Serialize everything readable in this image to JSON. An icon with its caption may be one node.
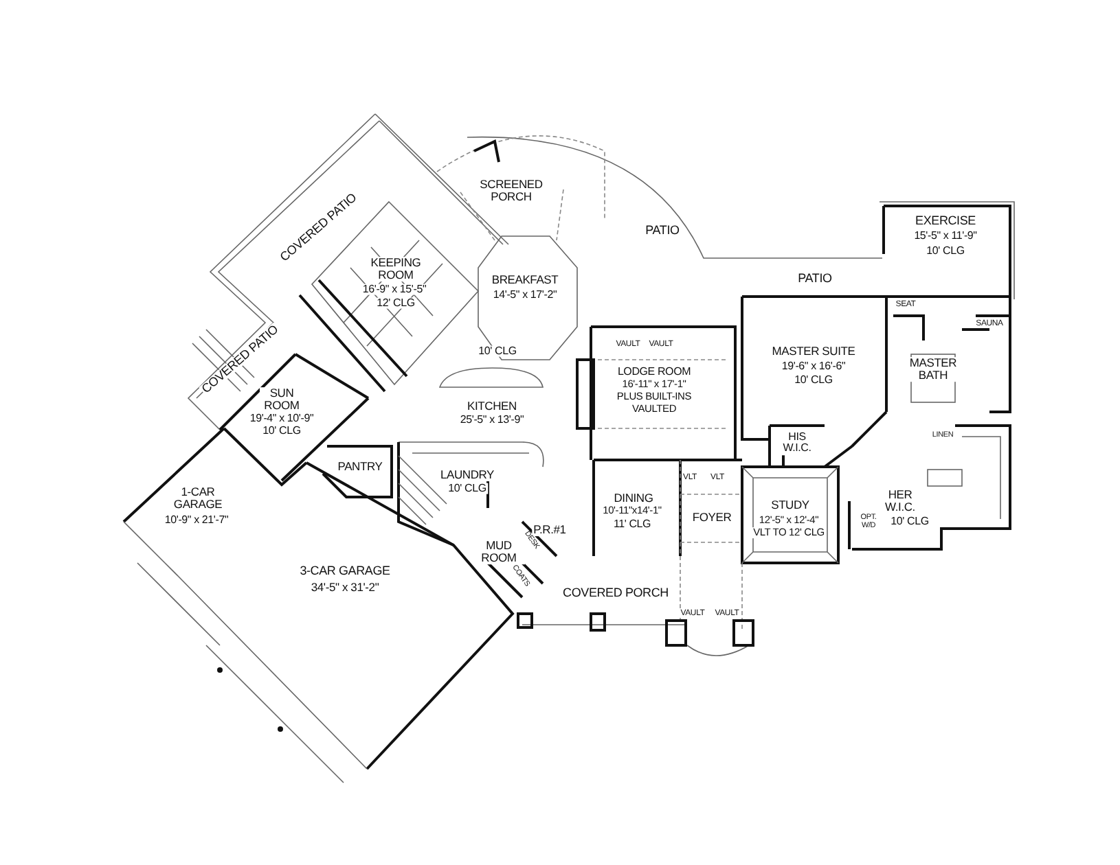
{
  "diagram": {
    "labels": [
      "COVERED PATIO",
      "SCREENED PORCH",
      "PATIO",
      "EXERCISE",
      "15'-5\" x 11'-9\"",
      "10' CLG",
      "KEEPING ROOM",
      "16'-9\" x 15'-5\"",
      "12' CLG",
      "BREAKFAST",
      "14'-5\" x 17'-2\"",
      "PATIO",
      "SEAT",
      "SAUNA",
      "VAULT",
      "VAULT",
      "MASTER SUITE",
      "19'-6\" x 16'-6\"",
      "10' CLG",
      "COVERED PATIO",
      "10' CLG",
      "MASTER BATH",
      "LODGE ROOM",
      "16'-11\" x 17'-1\"",
      "PLUS BUILT-INS",
      "VAULTED",
      "SUN ROOM",
      "19'-4\" x 10'-9\"",
      "10' CLG",
      "KITCHEN",
      "25'-5\" x 13'-9\"",
      "HIS W.I.C.",
      "LINEN",
      "PANTRY",
      "LAUNDRY",
      "10' CLG",
      "1-CAR GARAGE",
      "10'-9\" x 21'-7\"",
      "VLT",
      "VLT",
      "DINING",
      "10'-11\"x14'-1\"",
      "11' CLG",
      "FOYER",
      "STUDY",
      "12'-5\" x 12'-4\"",
      "VLT TO 12' CLG",
      "HER W.I.C.",
      "10' CLG",
      "OPT. W/D",
      "P.R.#1",
      "DESK",
      "MUD ROOM",
      "COATS",
      "3-CAR GARAGE",
      "34'-5\" x 31'-2\"",
      "COVERED PORCH",
      "VAULT",
      "VAULT"
    ]
  }
}
